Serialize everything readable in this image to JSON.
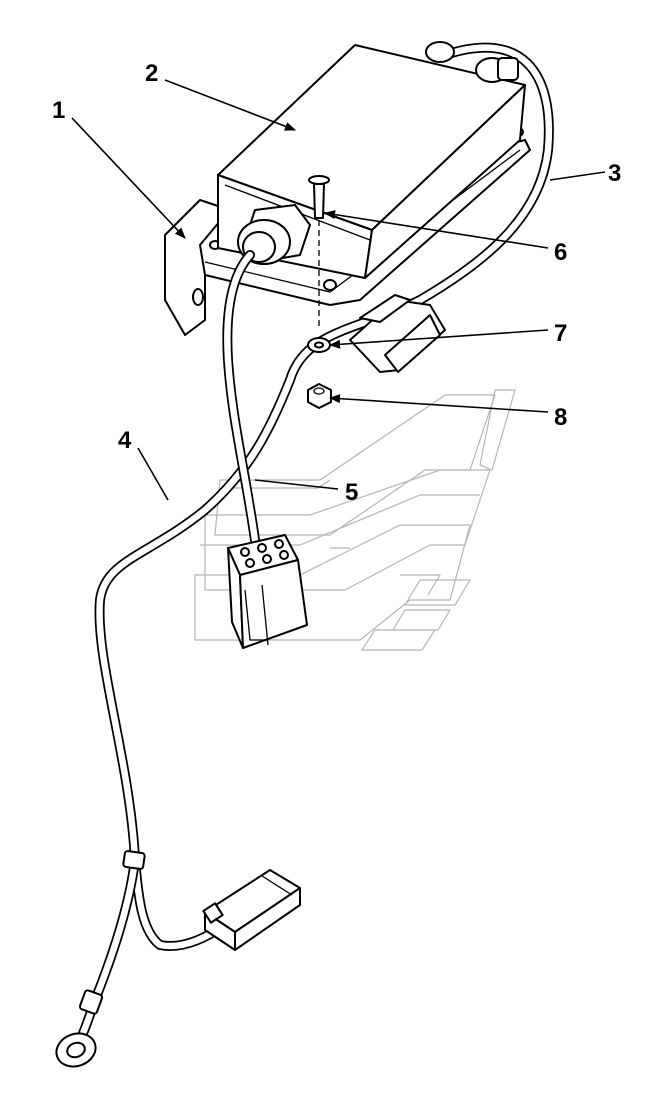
{
  "callouts": [
    {
      "id": "1",
      "text": "1"
    },
    {
      "id": "2",
      "text": "2"
    },
    {
      "id": "3",
      "text": "3"
    },
    {
      "id": "4",
      "text": "4"
    },
    {
      "id": "5",
      "text": "5"
    },
    {
      "id": "6",
      "text": "6"
    },
    {
      "id": "7",
      "text": "7"
    },
    {
      "id": "8",
      "text": "8"
    }
  ],
  "colors": {
    "line": "#000000",
    "watermark": "#b5b5b5",
    "background": "#ffffff"
  }
}
